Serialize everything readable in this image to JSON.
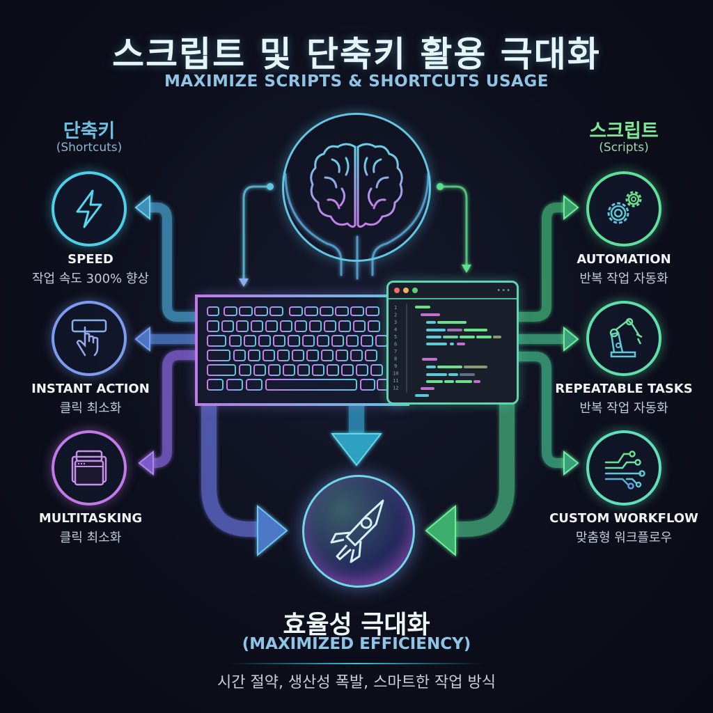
{
  "header": {
    "title": "스크립트 및 단축키 활용 극대화",
    "subtitle": "MAXIMIZE SCRIPTS & SHORTCUTS USAGE"
  },
  "left_column": {
    "title": "단축키",
    "subtitle": "(Shortcuts)",
    "color": "#5ec8e4",
    "items": [
      {
        "label": "SPEED",
        "desc": "작업 속도 300% 향상",
        "icon": "lightning-icon",
        "color": "#4fd0ea"
      },
      {
        "label": "INSTANT ACTION",
        "desc": "클릭 최소화",
        "icon": "tap-finger-icon",
        "color": "#7d9cf0"
      },
      {
        "label": "MULTITASKING",
        "desc": "클릭 최소화",
        "icon": "stacked-windows-icon",
        "color": "#c27ae8"
      }
    ]
  },
  "right_column": {
    "title": "스크립트",
    "subtitle": "(Scripts)",
    "color": "#6ee08c",
    "items": [
      {
        "label": "AUTOMATION",
        "desc": "반복 작업 자동화",
        "icon": "gears-icon",
        "color": "#5fe09a"
      },
      {
        "label": "REPEATABLE TASKS",
        "desc": "반복 작업 자동화",
        "icon": "robot-arm-icon",
        "color": "#5fe0a8"
      },
      {
        "label": "CUSTOM WORKFLOW",
        "desc": "맞춤형 워크플로우",
        "icon": "circuit-icon",
        "color": "#5fe0b8"
      }
    ]
  },
  "center": {
    "brain_icon": "brain-icon",
    "keyboard_icon": "keyboard-icon",
    "code_window": {
      "line_numbers": [
        "1",
        "2",
        "3",
        "4",
        "5",
        "6",
        "7",
        "8",
        "9",
        "10",
        "11",
        "12"
      ]
    },
    "rocket_icon": "rocket-icon"
  },
  "footer": {
    "title": "효율성 극대화",
    "subtitle": "(MAXIMIZED EFFICIENCY)",
    "desc": "시간 절약, 생산성 폭발, 스마트한 작업 방식"
  }
}
